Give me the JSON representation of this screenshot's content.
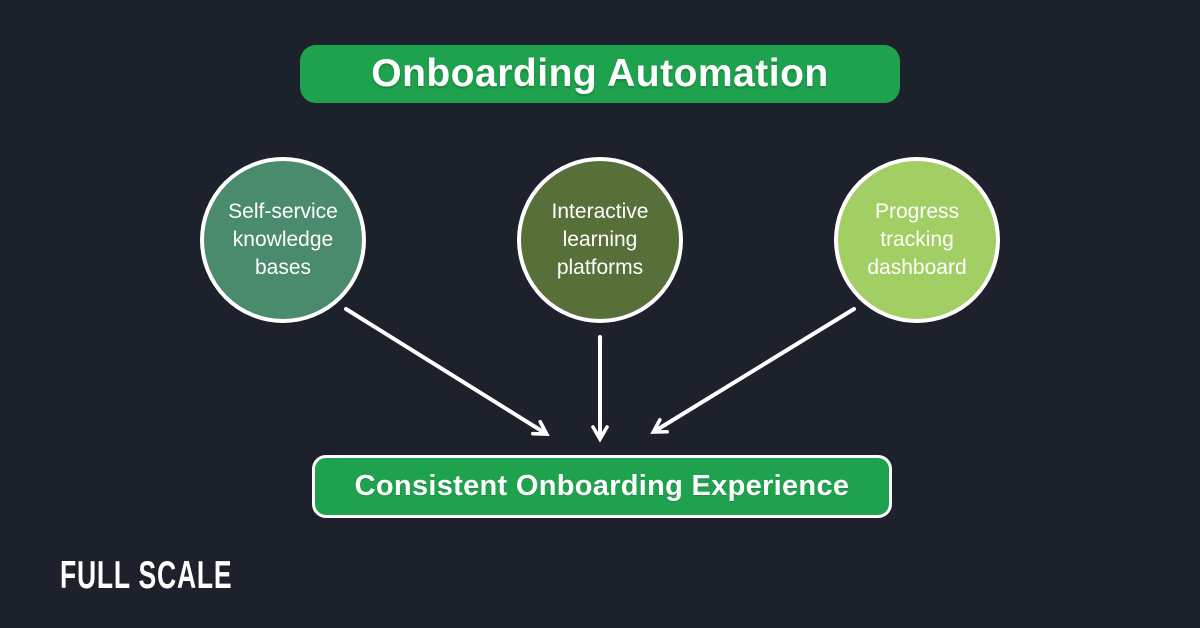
{
  "title": "Onboarding Automation",
  "nodes": [
    {
      "label": "Self-service knowledge bases",
      "color": "#4a8a6d"
    },
    {
      "label": "Interactive learning platforms",
      "color": "#57703a"
    },
    {
      "label": "Progress tracking dashboard",
      "color": "#a2cf63"
    }
  ],
  "result": "Consistent Onboarding Experience",
  "brand": "FULL SCALE",
  "colors": {
    "background": "#1d212c",
    "banner_green": "#1fa24e",
    "circle_border": "#ffffff",
    "arrow": "#ffffff",
    "text": "#ffffff"
  }
}
